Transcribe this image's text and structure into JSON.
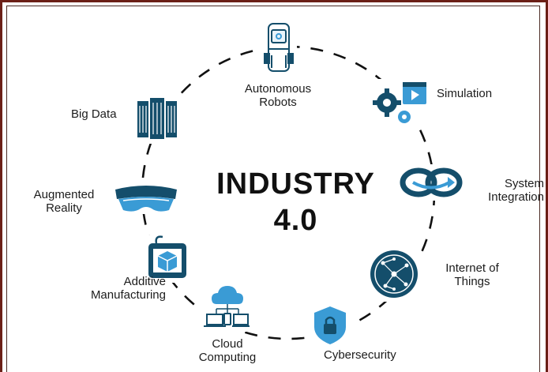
{
  "diagram": {
    "title_line1": "INDUSTRY",
    "title_line2": "4.0",
    "colors": {
      "icon_dark": "#144e6b",
      "icon_light": "#3a9bd5",
      "frame": "#6b1f17",
      "ring": "#111111"
    },
    "nodes": [
      {
        "id": "autonomous-robots",
        "label": "Autonomous\nRobots",
        "icon": "robot-vehicle-icon"
      },
      {
        "id": "simulation",
        "label": "Simulation",
        "icon": "gears-video-icon"
      },
      {
        "id": "system-integration",
        "label": "System\nIntegration",
        "icon": "link-arrows-icon"
      },
      {
        "id": "internet-of-things",
        "label": "Internet of\nThings",
        "icon": "network-globe-icon"
      },
      {
        "id": "cybersecurity",
        "label": "Cybersecurity",
        "icon": "shield-lock-icon"
      },
      {
        "id": "cloud-computing",
        "label": "Cloud\nComputing",
        "icon": "cloud-devices-icon"
      },
      {
        "id": "additive-manufacturing",
        "label": "Additive\nManufacturing",
        "icon": "3d-printer-icon"
      },
      {
        "id": "augmented-reality",
        "label": "Augmented\nReality",
        "icon": "ar-headset-icon"
      },
      {
        "id": "big-data",
        "label": "Big Data",
        "icon": "server-racks-icon"
      }
    ]
  }
}
